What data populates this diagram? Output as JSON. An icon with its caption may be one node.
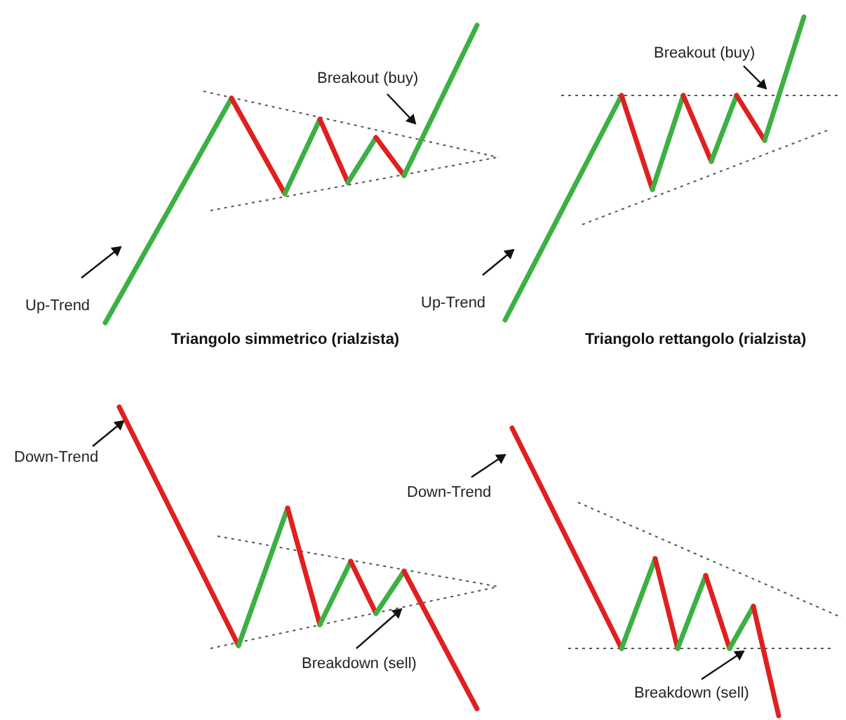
{
  "diagram": {
    "nodes": [
      {
        "text": [
          "Up-Trend"
        ]
      },
      {
        "text": [
          "Breakout (buy)"
        ]
      },
      {
        "text": [
          "Up-Trend"
        ]
      },
      {
        "text": [
          "Breakout (buy)"
        ]
      },
      {
        "text": [
          "Down-Trend"
        ]
      },
      {
        "text": [
          "Breakdown (sell)"
        ]
      },
      {
        "text": [
          "Down-Trend"
        ]
      },
      {
        "text": [
          "Breakdown (sell)"
        ]
      }
    ],
    "edges": [
      {
        "from": 0,
        "to": null,
        "arrow": "to"
      },
      {
        "from": 1,
        "to": null,
        "arrow": "to"
      },
      {
        "from": 2,
        "to": null,
        "arrow": "to"
      },
      {
        "from": 3,
        "to": null,
        "arrow": "to"
      },
      {
        "from": 4,
        "to": null,
        "arrow": "to"
      },
      {
        "from": 5,
        "to": null,
        "arrow": "to"
      },
      {
        "from": 6,
        "to": null,
        "arrow": "to"
      },
      {
        "from": 7,
        "to": null,
        "arrow": "to"
      }
    ],
    "labels": [
      "Triangolo simmetrico (rialzista)",
      "Triangolo rettangolo (rialzista)"
    ]
  }
}
